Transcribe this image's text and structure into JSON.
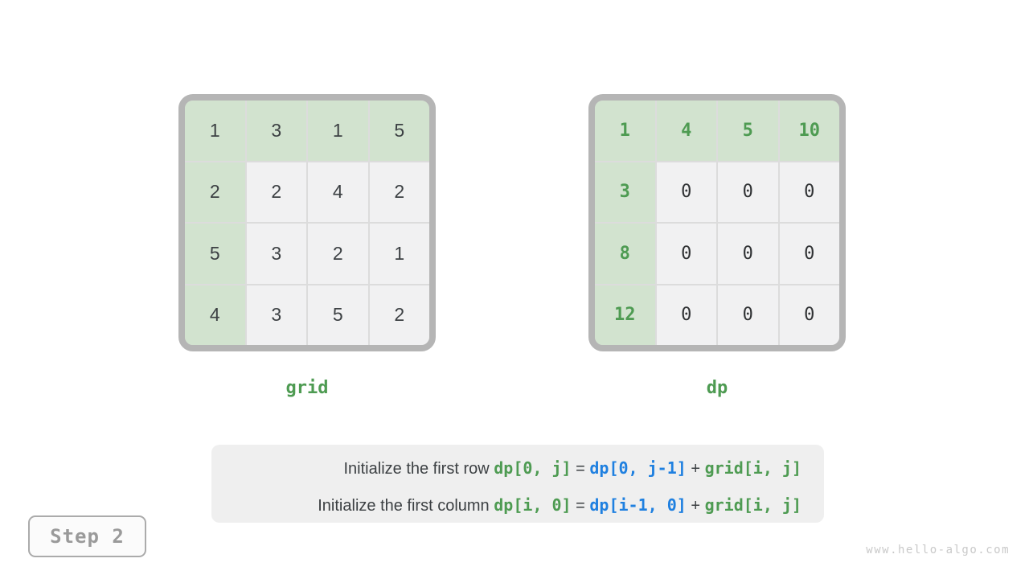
{
  "page": {
    "step_label": "Step 2",
    "watermark": "www.hello-algo.com"
  },
  "colors": {
    "highlight_cell_bg": "#d2e3cf",
    "normal_cell_bg": "#f1f1f2",
    "frame_border": "#b5b5b5",
    "green_text": "#4e9b52",
    "blue_text": "#1f80e0",
    "dark_text": "#3c4043",
    "caption_bg": "#efefef"
  },
  "grids": {
    "grid": {
      "label": "grid",
      "cells": [
        [
          "1",
          "3",
          "1",
          "5"
        ],
        [
          "2",
          "2",
          "4",
          "2"
        ],
        [
          "5",
          "3",
          "2",
          "1"
        ],
        [
          "4",
          "3",
          "5",
          "2"
        ]
      ]
    },
    "dp": {
      "label": "dp",
      "cells": [
        [
          "1",
          "4",
          "5",
          "10"
        ],
        [
          "3",
          "0",
          "0",
          "0"
        ],
        [
          "8",
          "0",
          "0",
          "0"
        ],
        [
          "12",
          "0",
          "0",
          "0"
        ]
      ]
    }
  },
  "caption": {
    "lines": [
      {
        "segments": [
          {
            "style": "plain",
            "text": "Initialize the first row "
          },
          {
            "style": "green-code",
            "text": "dp[0, j]"
          },
          {
            "style": "plain",
            "text": " = "
          },
          {
            "style": "blue-code",
            "text": "dp[0, j-1]"
          },
          {
            "style": "plain",
            "text": " + "
          },
          {
            "style": "green-code",
            "text": "grid[i, j]"
          }
        ]
      },
      {
        "segments": [
          {
            "style": "plain",
            "text": "Initialize the first column "
          },
          {
            "style": "green-code",
            "text": "dp[i, 0]"
          },
          {
            "style": "plain",
            "text": " = "
          },
          {
            "style": "blue-code",
            "text": "dp[i-1, 0]"
          },
          {
            "style": "plain",
            "text": " + "
          },
          {
            "style": "green-code",
            "text": "grid[i, j]"
          }
        ]
      }
    ]
  }
}
